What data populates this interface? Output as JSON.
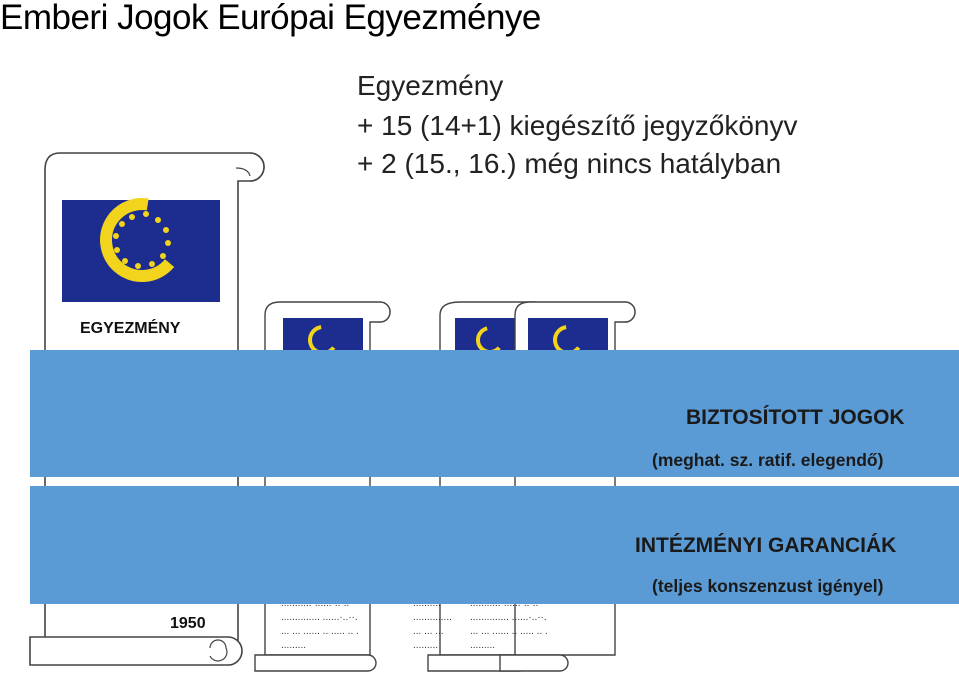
{
  "title": "Emberi Jogok Európai Egyezménye",
  "intro": {
    "line1": "Egyezmény",
    "line2": "+ 15 (14+1) kiegészítő jegyzőkönyv",
    "line3": "+ 2 (15., 16.) még nincs hatályban"
  },
  "main_scroll": {
    "label": "EGYEZMÉNY",
    "year": "1950"
  },
  "band_rights": {
    "title": "BIZTOSÍTOTT JOGOK",
    "subtitle": "(meghat. sz. ratif. elegendő)"
  },
  "band_institutions": {
    "title": "INTÉZMÉNYI GARANCIÁK",
    "subtitle": "(teljes konszenzust igényel)"
  },
  "colors": {
    "flag_blue": "#1c2d8f",
    "flag_star": "#f2d41c",
    "band_blue": "#5b9bd5"
  }
}
